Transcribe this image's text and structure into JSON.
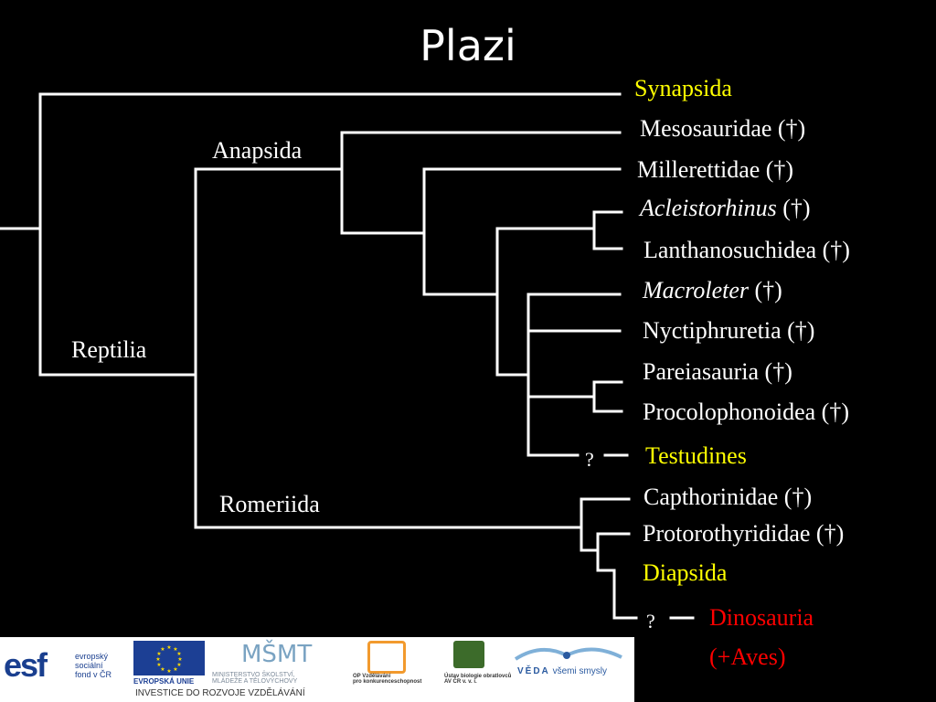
{
  "title": "Plazi",
  "clade_labels": {
    "reptilia": "Reptilia",
    "anapsida": "Anapsida",
    "romeriida": "Romeriida"
  },
  "taxa": {
    "synapsida": "Synapsida",
    "mesosauridae": "Mesosauridae (†)",
    "millerettidae": "Millerettidae (†)",
    "acleistorhinus_name": "Acleistorhinus",
    "acleistorhinus_suffix": " (†)",
    "lanthanosuchidea": "Lanthanosuchidea (†)",
    "macroleter_name": "Macroleter",
    "macroleter_suffix": " (†)",
    "nyctiphruretia": "Nyctiphruretia (†)",
    "pareiasauria": "Pareiasauria (†)",
    "procolophonoidea": "Procolophonoidea (†)",
    "testudines_q": "?",
    "testudines": "Testudines",
    "capthorinidae": "Capthorinidae (†)",
    "protorothyrididae": "Protorothyrididae (†)",
    "diapsida": "Diapsida",
    "dinosauria_q": "?",
    "dinosauria_line1": "Dinosauria",
    "dinosauria_line2": "(+Aves)"
  },
  "colors": {
    "background": "#000000",
    "text": "#ffffff",
    "highlight_yellow": "#ffff00",
    "highlight_red": "#ff0000",
    "tree_lines": "#ffffff"
  },
  "logos": {
    "esf_mark": "esf",
    "esf_text": [
      "evropský",
      "sociální",
      "fond v ČR"
    ],
    "eu_text": "EVROPSKÁ UNIE",
    "msmt_mark": "MŠMT",
    "msmt_text": [
      "MINISTERSTVO ŠKOLSTVÍ,",
      "MLÁDEŽE A TĚLOVÝCHOVY"
    ],
    "op_text": [
      "OP Vzdělávání",
      "pro konkurenceschopnost"
    ],
    "ub_text": [
      "Ústav biologie obratlovců",
      "AV ČR v. v. i."
    ],
    "veda_mark": "VĚDA",
    "veda_text": "všemi smysly",
    "investice": "INVESTICE DO ROZVOJE VZDĚLÁVÁNÍ"
  }
}
